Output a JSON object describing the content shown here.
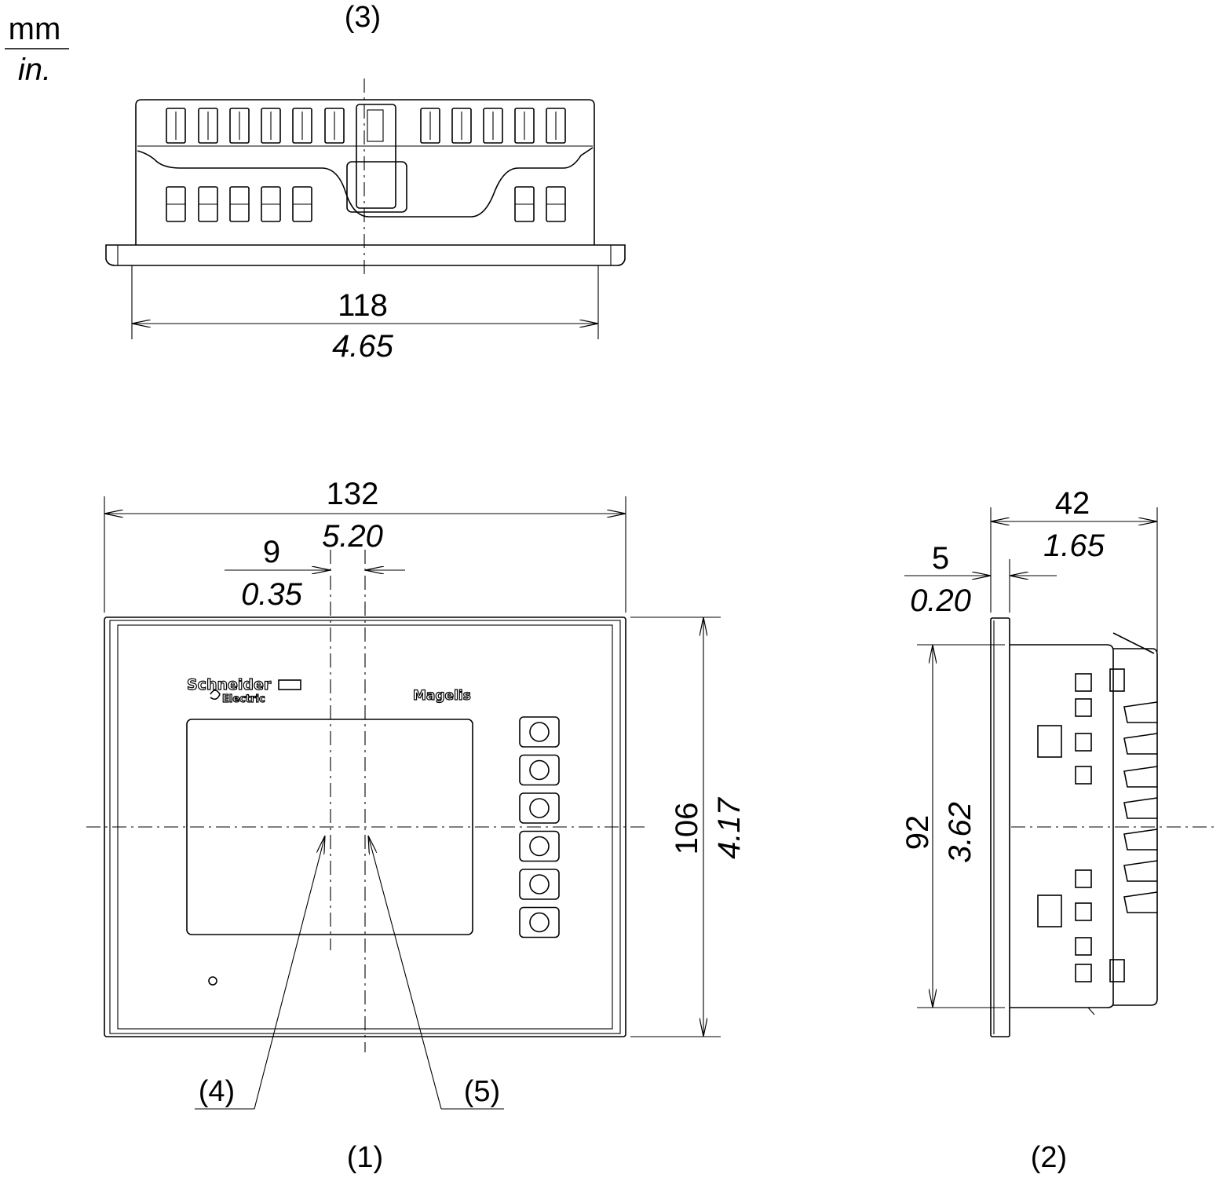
{
  "units": {
    "metric": "mm",
    "imperial": "in."
  },
  "views": {
    "front": "(1)",
    "side": "(2)",
    "top": "(3)"
  },
  "callouts": {
    "c4": "(4)",
    "c5": "(5)"
  },
  "dimensions": {
    "top_width": {
      "mm": "118",
      "in": "4.65"
    },
    "front_width": {
      "mm": "132",
      "in": "5.20"
    },
    "center_offset": {
      "mm": "9",
      "in": "0.35"
    },
    "front_height": {
      "mm": "106",
      "in": "4.17"
    },
    "side_depth": {
      "mm": "42",
      "in": "1.65"
    },
    "bezel_thickness": {
      "mm": "5",
      "in": "0.20"
    },
    "side_height": {
      "mm": "92",
      "in": "3.62"
    }
  },
  "branding": {
    "brand_line1": "Schneider",
    "brand_line2": "Electric",
    "product": "Magelis"
  }
}
